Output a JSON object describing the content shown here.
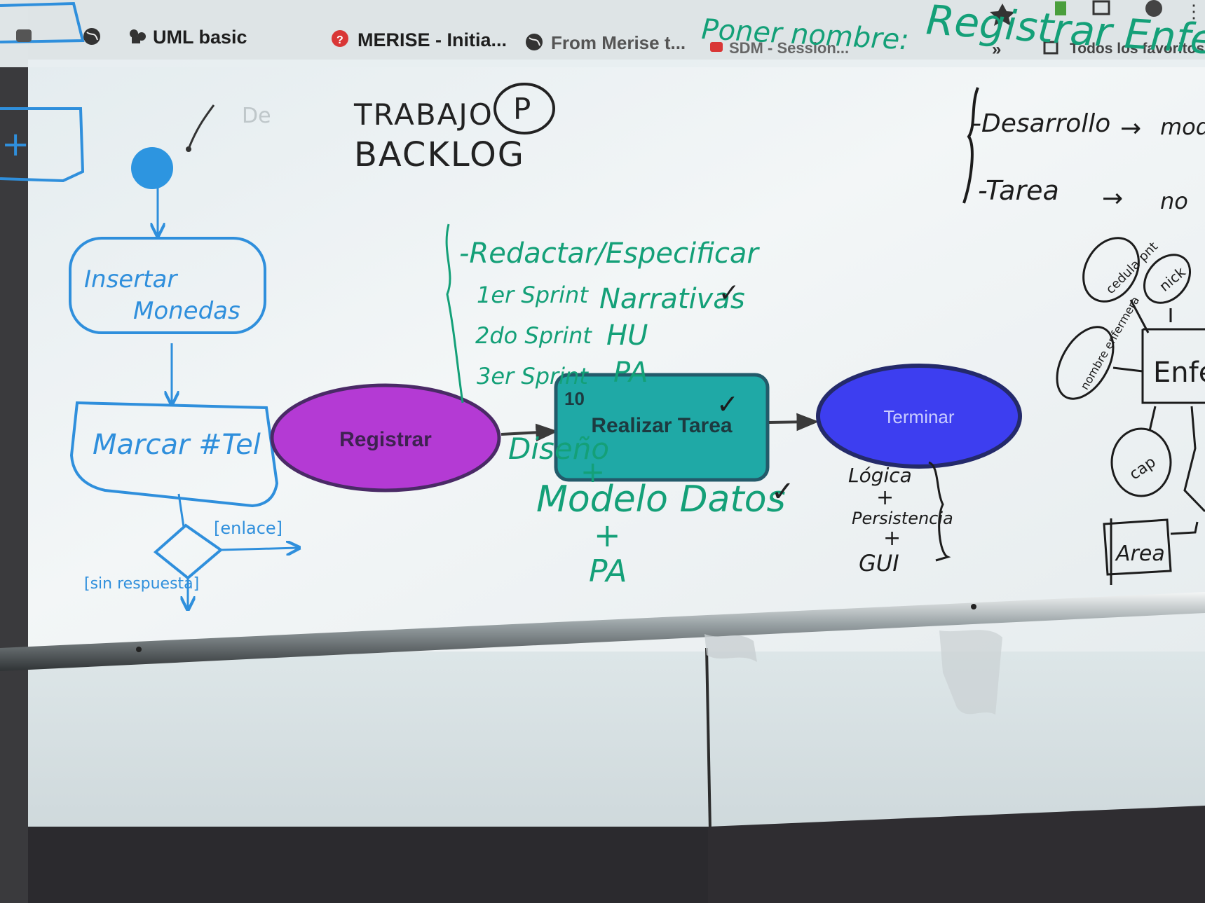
{
  "browser_bar": {
    "bookmarks": [
      {
        "icon": "globe-icon",
        "label": "UML basic"
      },
      {
        "icon": "puzzle-icon",
        "label": ""
      },
      {
        "icon": "pin-icon",
        "label": "MERISE - Initia..."
      },
      {
        "icon": "globe-icon",
        "label": "From Merise t..."
      },
      {
        "icon": "bookmark-icon",
        "label": "SDM - Session..."
      }
    ],
    "more_label": "»",
    "all_favorites_label": "Todos los favoritos",
    "accent_color": "#d93636"
  },
  "board_title": {
    "prefix": "Poner nombre:",
    "title": "Registrar Enfermera"
  },
  "backlog": {
    "line1": "TRABAJO",
    "badge": "P",
    "line2": "BACKLOG",
    "faint_text": "De"
  },
  "sprint_notes": {
    "header": "-Redactar/Especificar",
    "rows": [
      {
        "sprint": "1er Sprint",
        "item": "Narrativas",
        "check": "✓"
      },
      {
        "sprint": "2do Sprint",
        "item": "HU",
        "check": ""
      },
      {
        "sprint": "3er Sprint",
        "item": "PA",
        "check": ""
      }
    ]
  },
  "task_notes": {
    "design": "Diseño",
    "plus": "+",
    "data_model": "Modelo Datos",
    "check": "✓",
    "final": "PA"
  },
  "right_notes": {
    "items": [
      {
        "label": "-Desarrollo",
        "arrow": "→",
        "target": "mod"
      },
      {
        "label": "-Tarea",
        "arrow": "→",
        "target": "no"
      }
    ]
  },
  "activity_diagram": {
    "step1_line1": "Insertar",
    "step1_line2": "Monedas",
    "step2": "Marcar #Tel",
    "branch_right": "[enlace]",
    "branch_left": "[sin respuesta]"
  },
  "projected_flow": {
    "node1": {
      "label": "Registrar",
      "color": "#b43ad4"
    },
    "node2": {
      "label": "Realizar Tarea",
      "badge": "10",
      "color": "#1fa9a6"
    },
    "node3": {
      "label": "Terminar",
      "color": "#3d3ef0"
    }
  },
  "layers": {
    "items": [
      "Lógica",
      "Persistencia",
      "GUI"
    ],
    "plus": "+"
  },
  "er_sketch": {
    "attributes": [
      "cedula pnt",
      "nick",
      "nombre enfermera",
      "cap"
    ],
    "entity": "Enfe",
    "related_entity": "Area"
  },
  "colors": {
    "blue_marker": "#2f8fdc",
    "green_marker": "#14a078",
    "black_marker": "#1c1c1c",
    "board": "#eef3f4"
  }
}
